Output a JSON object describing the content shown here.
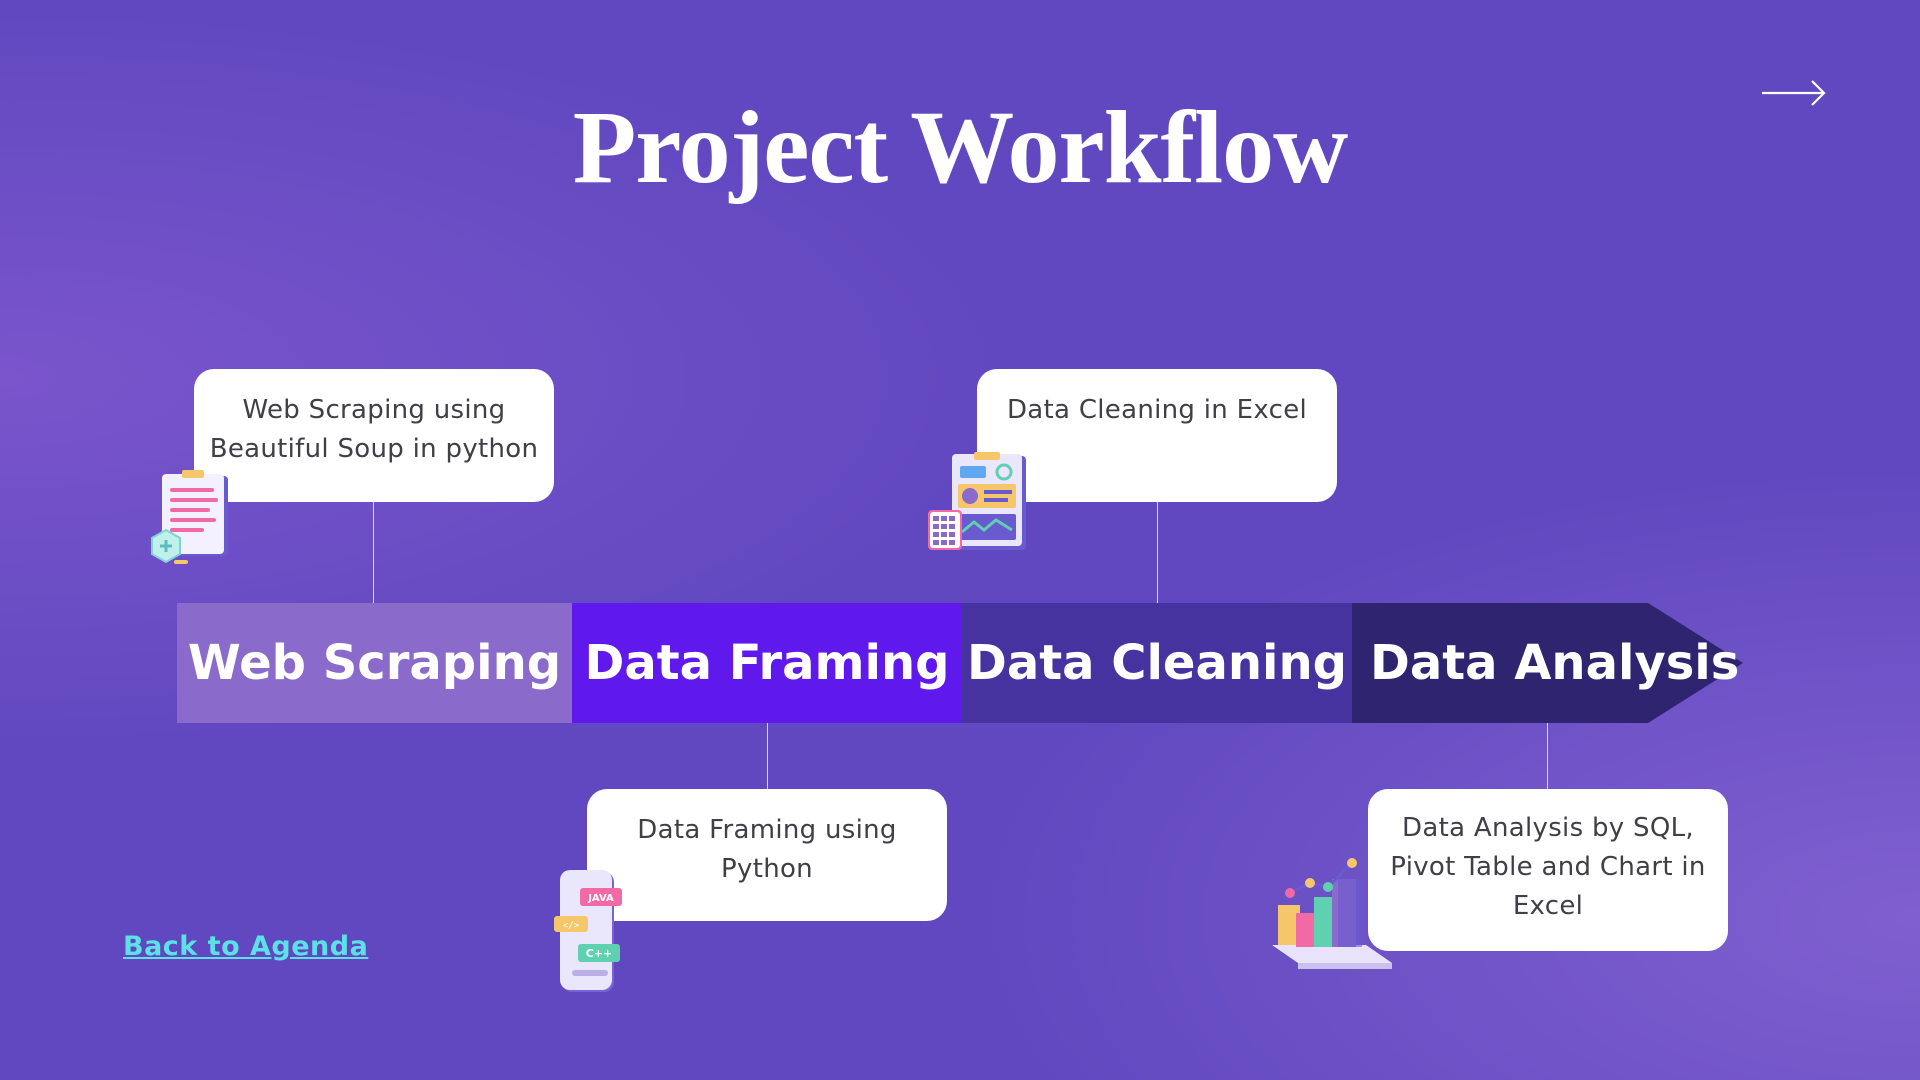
{
  "slide": {
    "title": "Project Workflow",
    "back_link": "Back to Agenda",
    "next_icon": "arrow-right-icon"
  },
  "timeline": {
    "stages": [
      {
        "label": "Web Scraping",
        "color": "#8a6acb"
      },
      {
        "label": "Data Framing",
        "color": "#6019ec"
      },
      {
        "label": "Data Cleaning",
        "color": "#4633a0"
      },
      {
        "label": "Data Analysis",
        "color": "#2e2470"
      }
    ]
  },
  "cards": [
    {
      "stage": "Web Scraping",
      "lines": [
        "Web Scraping using",
        "Beautiful Soup in python"
      ],
      "icon": "clipboard-document-icon"
    },
    {
      "stage": "Data Framing",
      "lines": [
        "Data Framing using",
        "Python"
      ],
      "icon": "phone-code-icon"
    },
    {
      "stage": "Data Cleaning",
      "lines": [
        "Data Cleaning in Excel"
      ],
      "icon": "dashboard-calculator-icon"
    },
    {
      "stage": "Data Analysis",
      "lines": [
        "Data Analysis by SQL,",
        "Pivot Table and Chart in",
        "Excel"
      ],
      "icon": "bar-chart-3d-icon"
    }
  ],
  "illustration_tags": {
    "java": "JAVA",
    "cpp": "C++",
    "code": "</>"
  },
  "colors": {
    "background": "#6148c0",
    "link": "#5ce1e6",
    "card": "#ffffff",
    "card_text": "#3f3f46"
  }
}
